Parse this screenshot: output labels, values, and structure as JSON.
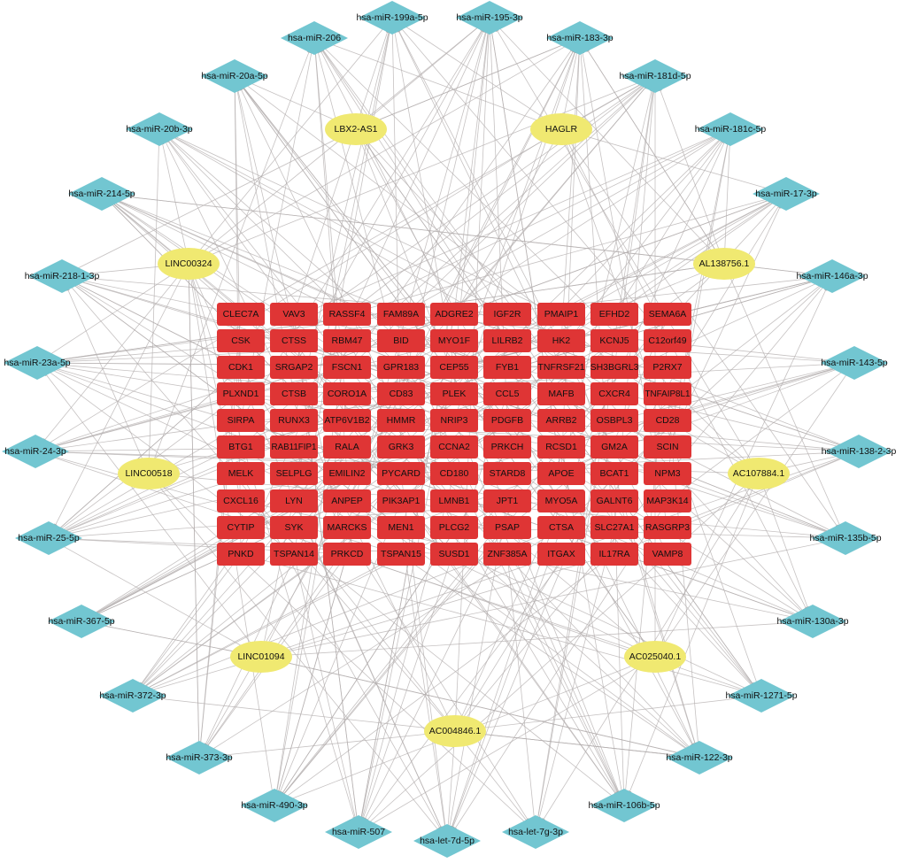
{
  "colors": {
    "gene": "#df3535",
    "mirna": "#72c6d1",
    "lncrna": "#f0e971",
    "edge": "#b3adad"
  },
  "genes": [
    [
      "CLEC7A",
      "VAV3",
      "RASSF4",
      "FAM89A",
      "ADGRE2",
      "IGF2R",
      "PMAIP1",
      "EFHD2",
      "SEMA6A"
    ],
    [
      "CSK",
      "CTSS",
      "RBM47",
      "BID",
      "MYO1F",
      "LILRB2",
      "HK2",
      "KCNJ5",
      "C12orf49"
    ],
    [
      "CDK1",
      "SRGAP2",
      "FSCN1",
      "GPR183",
      "CEP55",
      "FYB1",
      "TNFRSF21",
      "SH3BGRL3",
      "P2RX7"
    ],
    [
      "PLXND1",
      "CTSB",
      "CORO1A",
      "CD83",
      "PLEK",
      "CCL5",
      "MAFB",
      "CXCR4",
      "TNFAIP8L1"
    ],
    [
      "SIRPA",
      "RUNX3",
      "ATP6V1B2",
      "HMMR",
      "NRIP3",
      "PDGFB",
      "ARRB2",
      "OSBPL3",
      "CD28"
    ],
    [
      "BTG1",
      "RAB11FIP1",
      "RALA",
      "GRK3",
      "CCNA2",
      "PRKCH",
      "RCSD1",
      "GM2A",
      "SCIN"
    ],
    [
      "MELK",
      "SELPLG",
      "EMILIN2",
      "PYCARD",
      "CD180",
      "STARD8",
      "APOE",
      "BCAT1",
      "NPM3"
    ],
    [
      "CXCL16",
      "LYN",
      "ANPEP",
      "PIK3AP1",
      "LMNB1",
      "JPT1",
      "MYO5A",
      "GALNT6",
      "MAP3K14"
    ],
    [
      "CYTIP",
      "SYK",
      "MARCKS",
      "MEN1",
      "PLCG2",
      "PSAP",
      "CTSA",
      "SLC27A1",
      "RASGRP3"
    ],
    [
      "PNKD",
      "TSPAN14",
      "PRKCD",
      "TSPAN15",
      "SUSD1",
      "ZNF385A",
      "ITGAX",
      "IL17RA",
      "VAMP8"
    ]
  ],
  "mirnas": [
    "hsa-miR-206",
    "hsa-miR-199a-5p",
    "hsa-miR-195-3p",
    "hsa-miR-183-3p",
    "hsa-miR-20a-5p",
    "hsa-miR-181d-5p",
    "hsa-miR-20b-3p",
    "hsa-miR-181c-5p",
    "hsa-miR-214-5p",
    "hsa-miR-17-3p",
    "hsa-miR-218-1-3p",
    "hsa-miR-146a-3p",
    "hsa-miR-23a-5p",
    "hsa-miR-143-5p",
    "hsa-miR-24-3p",
    "hsa-miR-138-2-3p",
    "hsa-miR-25-5p",
    "hsa-miR-135b-5p",
    "hsa-miR-367-5p",
    "hsa-miR-130a-3p",
    "hsa-miR-372-3p",
    "hsa-miR-1271-5p",
    "hsa-miR-373-3p",
    "hsa-miR-122-3p",
    "hsa-miR-490-3p",
    "hsa-miR-106b-5p",
    "hsa-miR-507",
    "hsa-let-7d-5p",
    "hsa-let-7g-3p"
  ],
  "lncrnas": [
    "LBX2-AS1",
    "HAGLR",
    "LINC00324",
    "AL138756.1",
    "LINC00518",
    "AC107884.1",
    "LINC01094",
    "AC025040.1",
    "AC004846.1"
  ]
}
